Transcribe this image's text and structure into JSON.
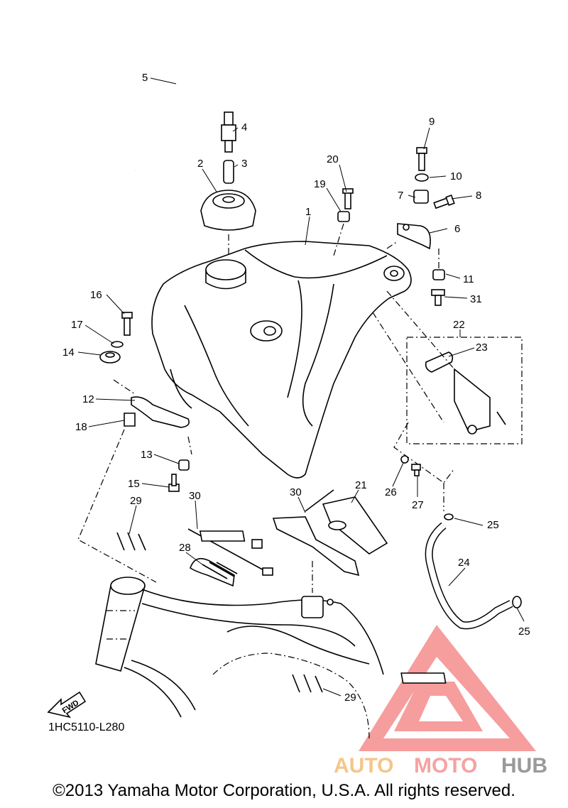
{
  "diagram": {
    "code": "1HC5110-L280",
    "fwd_label": "FWD",
    "callouts": [
      "1",
      "2",
      "3",
      "4",
      "5",
      "6",
      "7",
      "8",
      "9",
      "10",
      "11",
      "12",
      "13",
      "14",
      "15",
      "16",
      "17",
      "18",
      "19",
      "20",
      "21",
      "22",
      "23",
      "24",
      "25",
      "26",
      "27",
      "28",
      "29",
      "30",
      "31"
    ]
  },
  "watermark": {
    "brand_part1": "AUTO",
    "brand_part2": "MOTO",
    "brand_part3": "HUB",
    "colors": {
      "auto": "#f6c58a",
      "moto": "#f5a3a3",
      "hub": "#9a9a9a",
      "logo": "#f47d7d"
    }
  },
  "footer": {
    "copyright": "©2013 Yamaha Motor Corporation, U.S.A. All rights reserved."
  }
}
